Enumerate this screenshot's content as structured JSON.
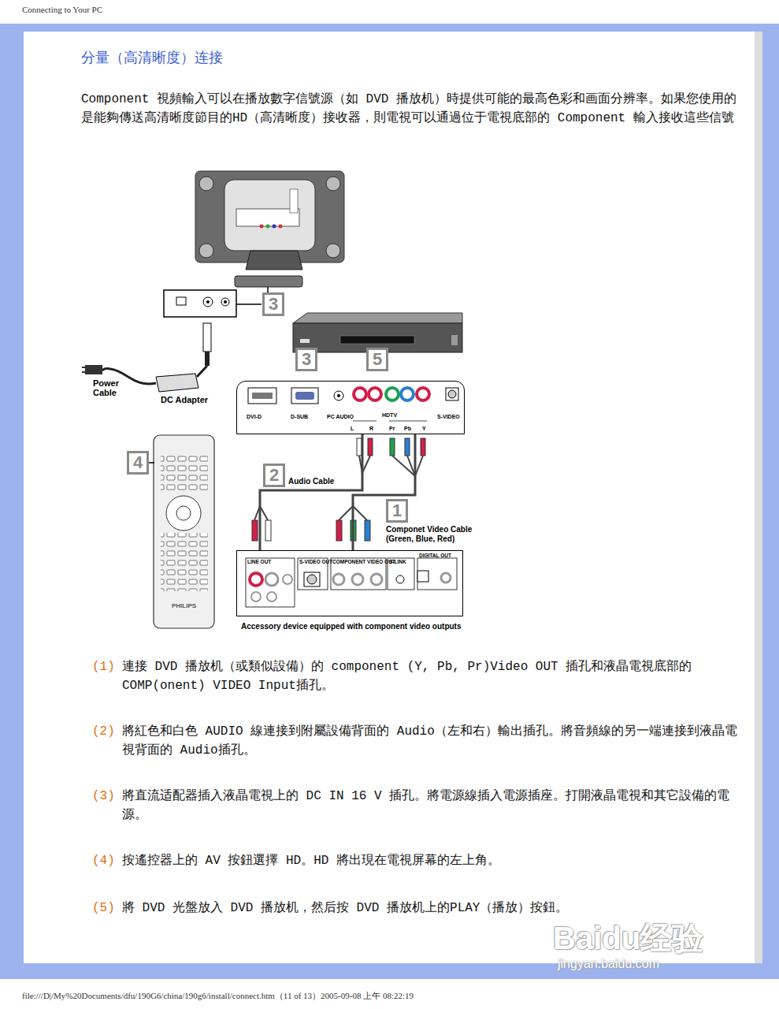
{
  "diagram": {
    "title": "分量（高清晰度）连接",
    "nodes": [
      {
        "text": [
          "DVI-D",
          "D-SUB",
          "PC AUDIO",
          "HDTV",
          "S-VIDEO",
          "L",
          "R",
          "Pr",
          "Pb",
          "Y"
        ]
      },
      {
        "text": [
          "LINE OUT",
          "S-VIDEO OUT",
          "COMPONENT VIDEO OUT",
          "S-LINK",
          "DIGITAL OUT",
          "Accessory device equipped with component video outputs"
        ]
      }
    ],
    "edges": [
      {
        "from": 1,
        "to": 0,
        "arrow": "none"
      },
      {
        "from": 1,
        "to": 0,
        "arrow": "none"
      }
    ],
    "labels": [
      "Connecting to Your PC",
      "Component 視頻輸入可以在播放數字信號源（如 DVD 播放机）時提供可能的最高色彩和画面分辨率。如果您使用的是能夠傳送高清晰度節目的HD（高清晰度）接收器，則電視可以通過位于電視底部的 Component 輸入接收這些信號",
      "(1)",
      "連接 DVD 播放机（或類似設備）的 component (Y, Pb, Pr)Video OUT 插孔和液晶電視底部的 COMP(onent) VIDEO Input插孔。",
      "(2)",
      "將紅色和白色 AUDIO 線連接到附屬設備背面的 Audio（左和右）輸出插孔。將音頻線的另一端連接到液晶電視背面的 Audio插孔。",
      "(3)",
      "將直流适配器插入液晶電視上的 DC IN 16 V 插孔。將電源線插入電源插座。打開液晶電視和其它設備的電源。",
      "(4)",
      "按遙控器上的 AV 按鈕選擇 HD。HD 將出現在電視屏幕的左上角。",
      "(5)",
      "將 DVD 光盤放入 DVD 播放机，然后按 DVD 播放机上的PLAY（播放）按鈕。",
      "3",
      "3",
      "5",
      "4",
      "2",
      "1",
      "Power Cable",
      "DC Adapter",
      "Audio Cable",
      "Componet Video Cable (Green, Blue, Red)",
      "PHILIPS",
      "Baidu经验",
      "jingyan.baidu.com",
      "file:///D|/My%20Documents/dfu/190G6/china/190g6/install/connect.htm（11 of 13）2005-09-08 上午 08:22:19"
    ]
  }
}
